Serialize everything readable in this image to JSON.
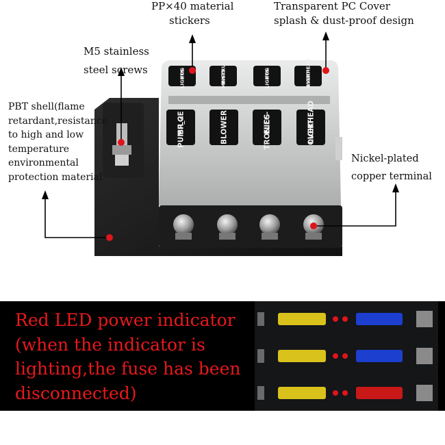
{
  "callouts": {
    "pp_material": {
      "lines": [
        "PP×40 material",
        "stickers"
      ]
    },
    "pc_cover": {
      "lines": [
        "Transparent PC Cover",
        "splash & dust-proof design"
      ]
    },
    "screws": {
      "lines": [
        "M5 stainless",
        "steel screws"
      ]
    },
    "pbt_shell": {
      "lines": [
        "PBT shell(flame",
        "retardant,resistance",
        "to high and low",
        "temperature",
        "environmental",
        "protection material"
      ]
    },
    "terminal": {
      "lines": [
        "Nickel-plated",
        "copper terminal"
      ]
    }
  },
  "stickers": {
    "top_row": [
      [
        "FOG",
        "LIGHTS"
      ],
      [
        "INSTRU-",
        "MENTS"
      ],
      [
        "FOG",
        "LIGHTS"
      ],
      [
        "OVERHEAD",
        "LIGHT"
      ]
    ],
    "bottom_row": [
      [
        "BILGE",
        "PUMP_2"
      ],
      [
        "BLOWER"
      ],
      [
        "ELEC-",
        "TRONICS"
      ],
      [
        "OVERHEAD",
        "LIGHT"
      ]
    ]
  },
  "led_panel": {
    "lines": [
      "Red LED power indicator",
      "(when the indicator is",
      "lighting,the fuse has been",
      "disconnected)"
    ]
  },
  "colors": {
    "marker_red": "#e0141b",
    "led_text": "#e8191c",
    "fuse_yellow": "#d9c21c",
    "fuse_blue": "#1d3fd0",
    "fuse_red": "#c81818"
  }
}
